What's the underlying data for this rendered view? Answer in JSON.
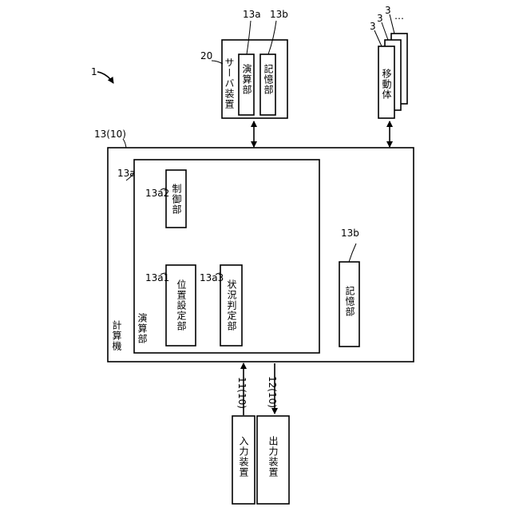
{
  "system_ref": "1",
  "computer": {
    "ref": "13(10)",
    "label": "計算機",
    "compute_unit": {
      "ref": "13a",
      "label": "演算部",
      "control": {
        "ref": "13a2",
        "label": "制御部"
      },
      "position_setting": {
        "ref": "13a1",
        "label": "位置設定部"
      },
      "situation_judge": {
        "ref": "13a3",
        "label": "状況判定部"
      }
    },
    "storage": {
      "ref": "13b",
      "label": "記憶部"
    }
  },
  "server": {
    "ref": "20",
    "label": "サーバ装置",
    "compute": {
      "ref": "13a",
      "label": "演算部"
    },
    "storage": {
      "ref": "13b",
      "label": "記憶部"
    }
  },
  "mobile": {
    "ref_1": "3",
    "ref_2": "3",
    "ref_3": "3",
    "ellipsis": "…",
    "label": "移動体"
  },
  "input_device": {
    "ref": "11(10)",
    "label": "入力装置"
  },
  "output_device": {
    "ref": "12(10)",
    "label": "出力装置"
  }
}
